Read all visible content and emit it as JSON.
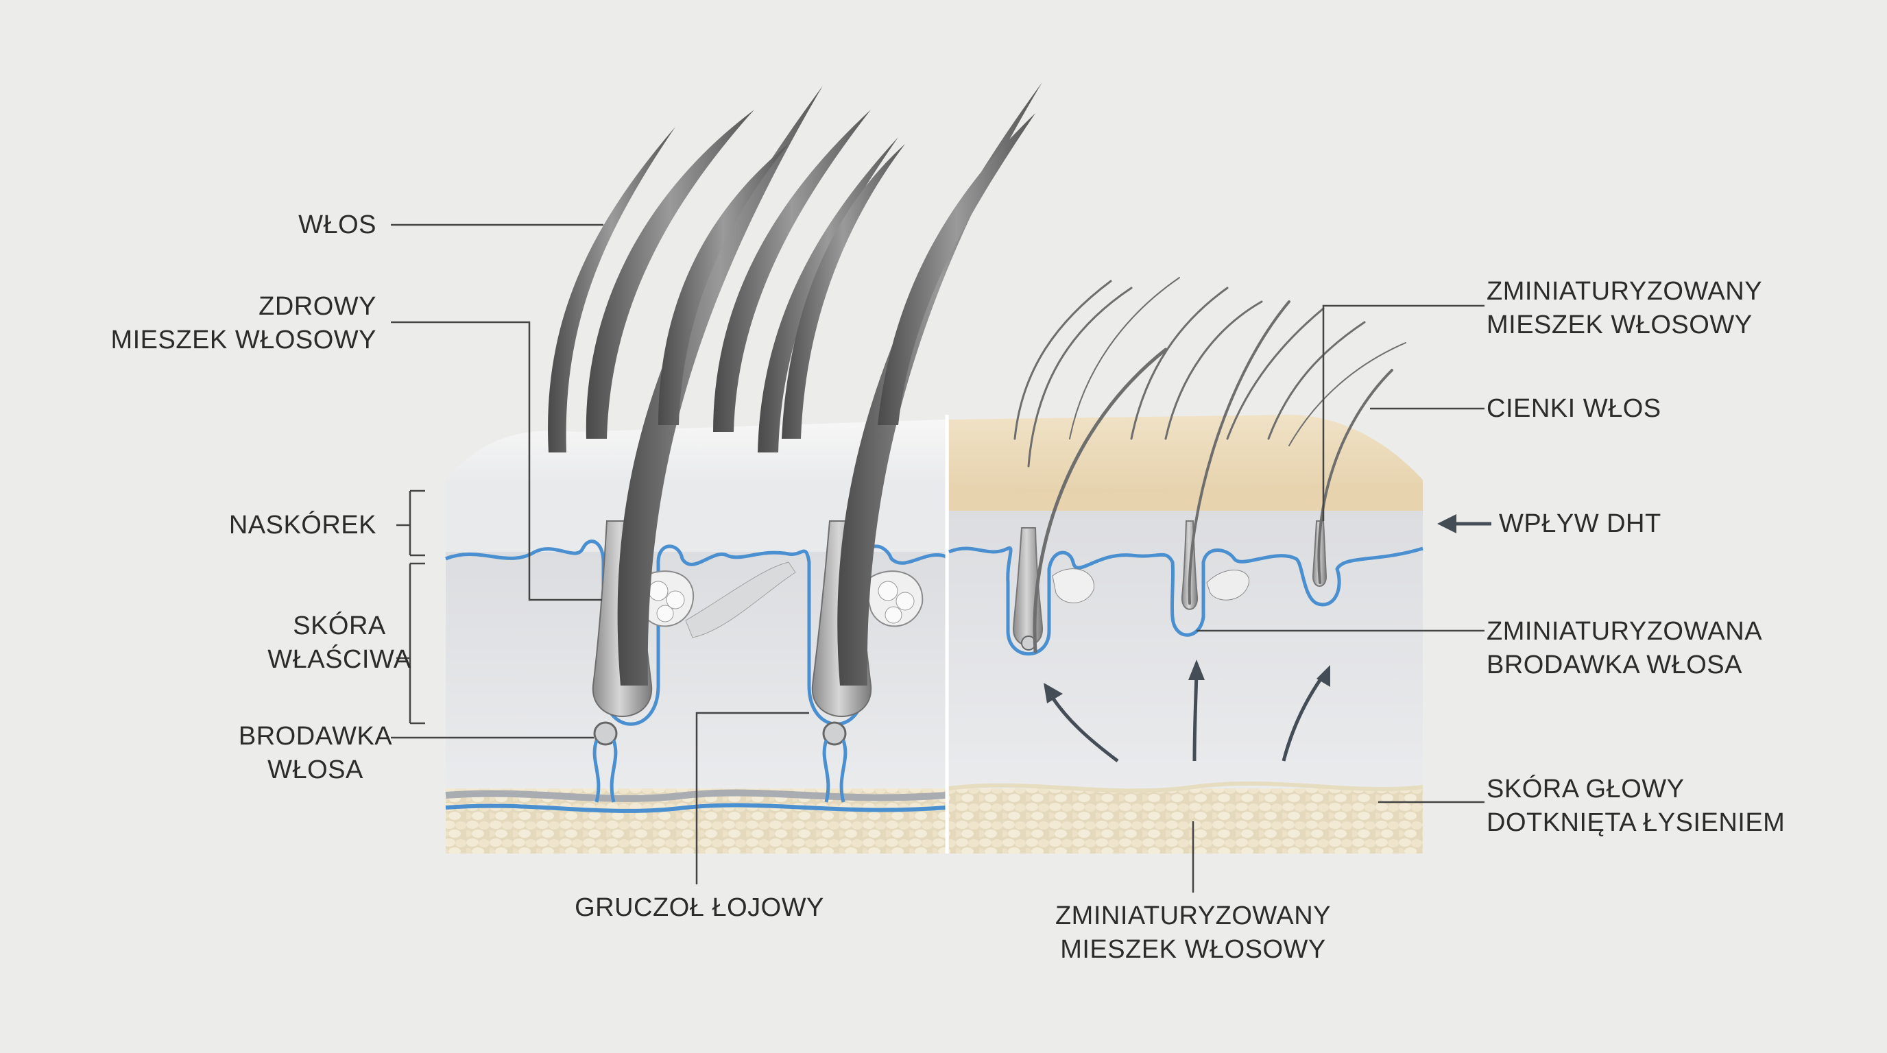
{
  "left_labels": {
    "hair": "WŁOS",
    "healthy_follicle": [
      "ZDROWY",
      "MIESZEK WŁOSOWY"
    ],
    "epidermis": "NASKÓREK",
    "dermis": [
      "SKÓRA",
      "WŁAŚCIWA"
    ],
    "papilla": [
      "BRODAWKA",
      "WŁOSA"
    ],
    "sebaceous_gland": "GRUCZOŁ ŁOJOWY"
  },
  "right_labels": {
    "miniaturized_follicle_top": [
      "ZMINIATURYZOWANY",
      "MIESZEK WŁOSOWY"
    ],
    "thin_hair": "CIENKI WŁOS",
    "dht_effect": "WPŁYW DHT",
    "miniaturized_papilla": [
      "ZMINIATURYZOWANA",
      "BRODAWKA WŁOSA"
    ],
    "balding_scalp": [
      "SKÓRA GŁOWY",
      "DOTKNIĘTA ŁYSIENIEM"
    ],
    "miniaturized_follicle_bottom": [
      "ZMINIATURYZOWANY",
      "MIESZEK WŁOSOWY"
    ]
  },
  "colors": {
    "background": "#ececeb",
    "dermis": "#e2e3e5",
    "epidermis_healthy": "#f1f2f3",
    "epidermis_balding": "#ead8b8",
    "fat_layer": "#e8dfc6",
    "blood_vessel": "#4a8fd0",
    "hair": "#6d6d6d",
    "leader_line": "#444444"
  }
}
